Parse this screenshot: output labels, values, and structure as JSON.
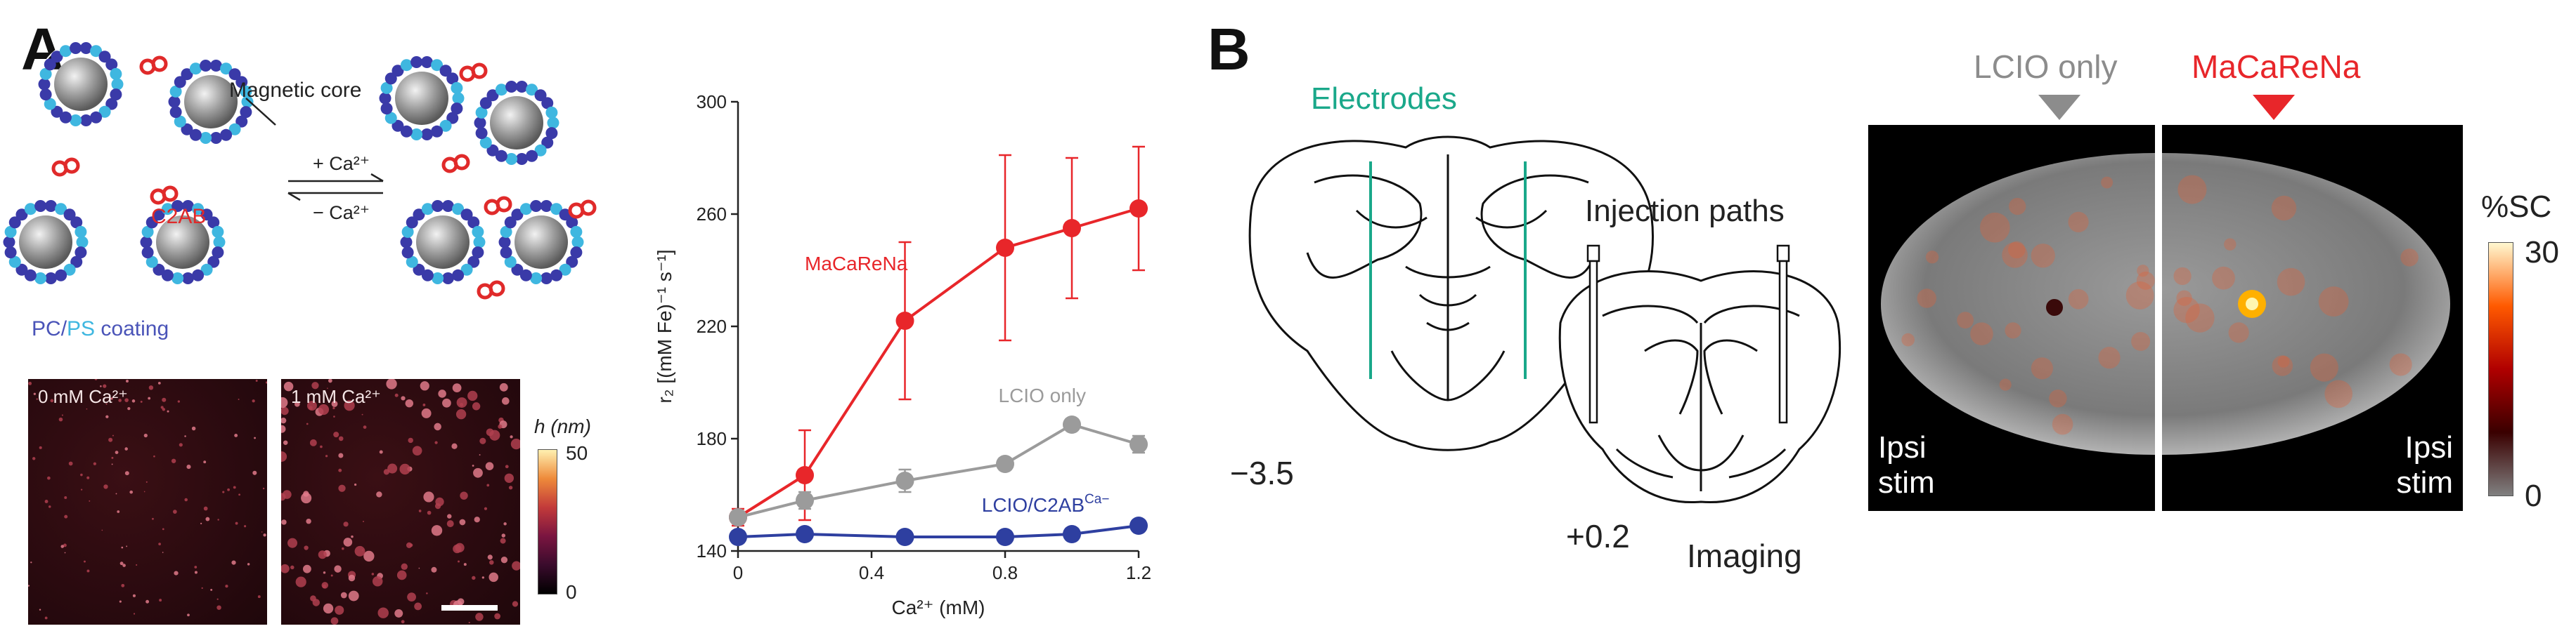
{
  "panels": {
    "a_letter": "A",
    "b_letter": "B"
  },
  "schematic": {
    "magnetic_core": "Magnetic core",
    "c2ab": "C2AB",
    "ca_plus": "+ Ca²⁺",
    "ca_minus": "− Ca²⁺",
    "coating_pc": "PC",
    "coating_slash": "/",
    "coating_ps": "PS",
    "coating_rest": " coating",
    "colors": {
      "core": "#9a9a9a",
      "lipid_dark": "#3a3aa8",
      "lipid_light": "#3fb7e0",
      "c2ab": "#e02a2a",
      "pc": "#4a54b8",
      "ps": "#3fb7e0"
    }
  },
  "afm": {
    "left_label": "0 mM Ca²⁺",
    "right_label": "1 mM Ca²⁺",
    "colorbar_title": "h (nm)",
    "colorbar_max": "50",
    "colorbar_min": "0"
  },
  "chart_data": {
    "type": "line",
    "xlabel": "Ca²⁺ (mM)",
    "ylabel": "r₂ [(mM Fe)⁻¹ s⁻¹]",
    "xlim": [
      0,
      1.2
    ],
    "ylim": [
      140,
      300
    ],
    "xticks": [
      0,
      0.4,
      0.8,
      1.2
    ],
    "xtick_labels": [
      "0",
      "0.4",
      "0.8",
      "1.2"
    ],
    "yticks": [
      140,
      180,
      220,
      260,
      300
    ],
    "ytick_labels": [
      "140",
      "180",
      "220",
      "260",
      "300"
    ],
    "grid": false,
    "series": [
      {
        "name": "MaCaReNa",
        "color": "#e8262a",
        "x": [
          0,
          0.2,
          0.5,
          0.8,
          1.0,
          1.2
        ],
        "values": [
          152,
          167,
          222,
          248,
          255,
          262
        ],
        "err": [
          3,
          16,
          28,
          33,
          25,
          22
        ]
      },
      {
        "name": "LCIO only",
        "color": "#9b9b9b",
        "x": [
          0,
          0.2,
          0.5,
          0.8,
          1.0,
          1.2
        ],
        "values": [
          152,
          158,
          165,
          171,
          185,
          178
        ],
        "err": [
          2,
          3,
          4,
          2,
          2,
          3
        ]
      },
      {
        "name": "LCIO/C2AB",
        "name_sup": "Ca−",
        "color": "#2e3fa0",
        "x": [
          0,
          0.2,
          0.5,
          0.8,
          1.0,
          1.2
        ],
        "values": [
          145,
          146,
          145,
          145,
          146,
          149
        ],
        "err": [
          2,
          2,
          1,
          1,
          1,
          2
        ]
      }
    ]
  },
  "panel_b": {
    "electrodes": "Electrodes",
    "injection_paths": "Injection paths",
    "coord_back": "−3.5",
    "coord_front": "+0.2",
    "imaging": "Imaging",
    "lcio_only": "LCIO only",
    "macarena": "MaCaReNa",
    "ipsi_stim_left_1": "Ipsi",
    "ipsi_stim_left_2": "stim",
    "ipsi_stim_right_1": "Ipsi",
    "ipsi_stim_right_2": "stim",
    "colorbar_title": "%SC",
    "colorbar_max": "30",
    "colorbar_min": "0",
    "colors": {
      "electrodes": "#1aa88a",
      "lcio": "#8c8c8c",
      "macarena": "#e8262a"
    }
  }
}
